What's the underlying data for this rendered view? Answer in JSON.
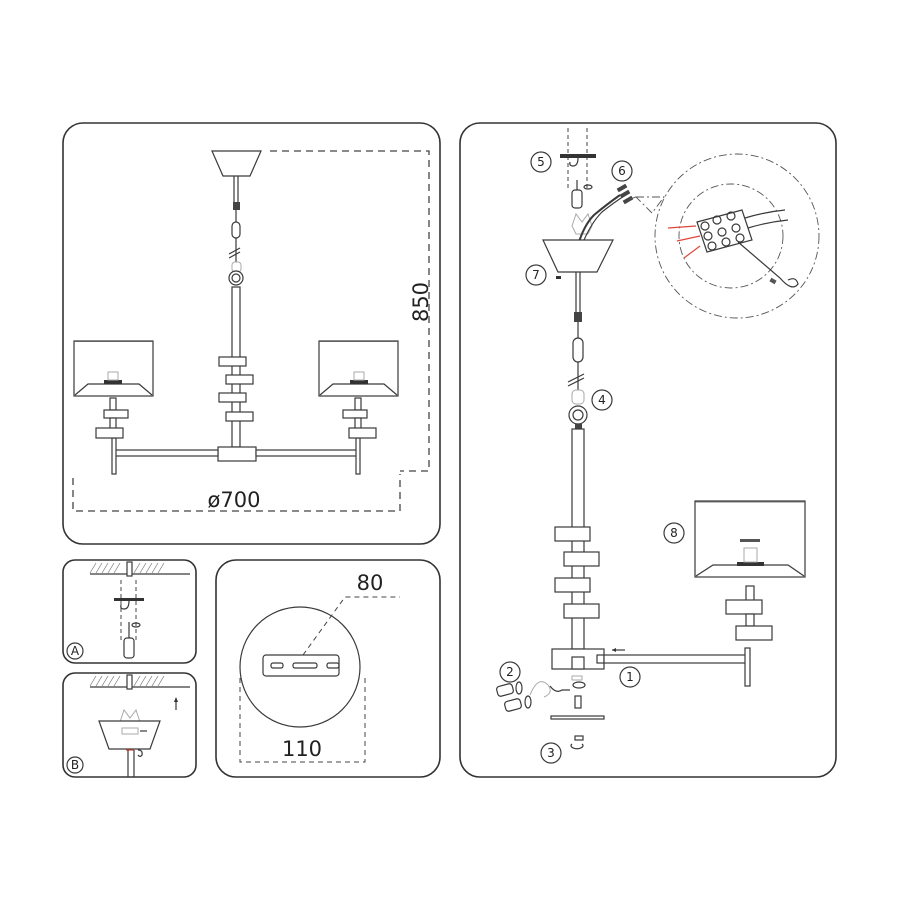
{
  "diagram": {
    "title": "Chandelier assembly instructions",
    "overview_panel": {
      "height_label": "850",
      "diameter_label": "ø700"
    },
    "step_a_panel": {
      "label": "A"
    },
    "step_b_panel": {
      "label": "B"
    },
    "mount_plate_panel": {
      "plate_length_label": "80",
      "canopy_diameter_label": "110"
    },
    "assembly_panel": {
      "callouts": [
        "1",
        "2",
        "3",
        "4",
        "5",
        "6",
        "7",
        "8"
      ]
    },
    "colors": {
      "line": "#3a3a3a",
      "wire_highlight": "#e0453a"
    }
  }
}
